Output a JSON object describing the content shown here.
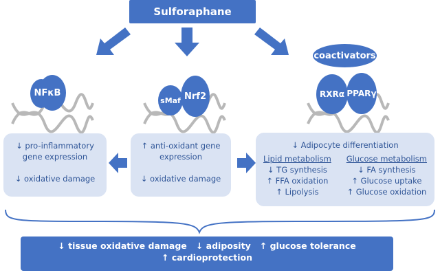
{
  "title": "Sulforaphane",
  "factors": {
    "nfkb": "NFκB",
    "smaf": "sMaf",
    "nrf2": "Nrf2",
    "coactivators": "coactivators",
    "rxr": "RXRα",
    "ppar": "PPARγ"
  },
  "left_box": {
    "line1": "↓ pro-inflammatory",
    "line2": "gene expression",
    "line3": "↓ oxidative damage"
  },
  "middle_box": {
    "line1": "↑ anti-oxidant gene",
    "line2": "expression",
    "line3": "↓ oxidative damage"
  },
  "right_box": {
    "header": "↓ Adipocyte differentiation",
    "lipid": {
      "title": "Lipid metabolism",
      "items": [
        "↓ TG synthesis",
        "↑ FFA oxidation",
        "↑ Lipolysis"
      ]
    },
    "glucose": {
      "title": "Glucose metabolism",
      "items": [
        "↓ FA synthesis",
        "↑ Glucose uptake",
        "↑ Glucose oxidation"
      ]
    }
  },
  "bottom": {
    "line1": "↓ tissue oxidative damage   ↓ adiposity   ↑ glucose tolerance",
    "line2": "↑ cardioprotection"
  },
  "colors": {
    "blue": "#4472c4",
    "light": "#dae3f3",
    "text": "#2f5597"
  }
}
